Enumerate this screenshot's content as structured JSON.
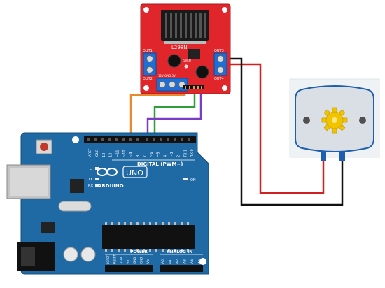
{
  "driver": {
    "chip_label": "L298N",
    "out1_label": "OUT1",
    "out2_label": "OUT2",
    "out3_label": "OUT3",
    "out4_label": "OUT4",
    "power_label": "12V GND 5V",
    "en_label": "5VEN",
    "board_color": "#e0262b"
  },
  "arduino": {
    "brand_label": "ARDUINO",
    "model_label": "UNO",
    "digital_label": "DIGITAL (PWM~)",
    "power_label": "POWER",
    "analog_label": "ANALOG IN",
    "on_label": "ON",
    "l_label": "L",
    "tx_label": "TX",
    "rx_label": "RX",
    "aref_label": "AREF",
    "gnd_label": "GND",
    "digital_pins": [
      "13",
      "12",
      "~11",
      "~10",
      "~9",
      "8",
      "7",
      "~6",
      "~5",
      "4",
      "~3",
      "2",
      "TX 1",
      "RX 0"
    ],
    "power_pins": [
      "IOREF",
      "RESET",
      "3.3V",
      "5V",
      "GND",
      "GND",
      "Vin"
    ],
    "analog_pins": [
      "A0",
      "A1",
      "A2",
      "A3",
      "A4",
      "A5"
    ],
    "board_color": "#1f6aa5"
  },
  "wires": {
    "orange": "#e8892e",
    "green": "#2f9e3a",
    "purple": "#7a3cc4",
    "red": "#d0201f",
    "black": "#111111"
  },
  "motor": {
    "body_color": "#d9dfe4",
    "gear_color": "#f2c400"
  }
}
